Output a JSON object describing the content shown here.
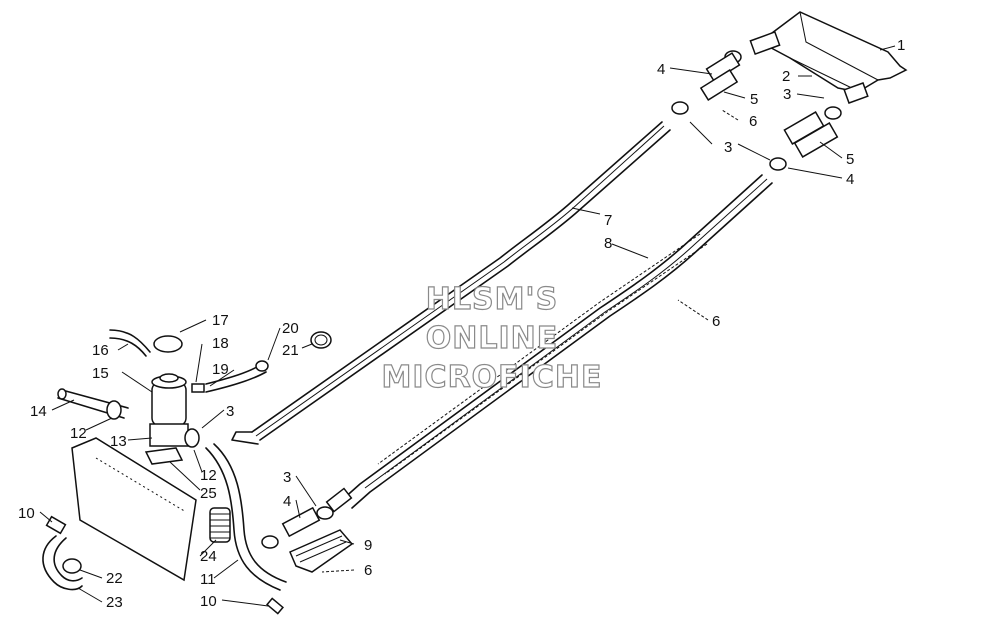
{
  "callouts": {
    "c1": "1",
    "c2": "2",
    "c3a": "3",
    "c4a": "4",
    "c5a": "5",
    "c6a": "6",
    "c3b": "3",
    "c5b": "5",
    "c4b": "4",
    "c7": "7",
    "c8": "8",
    "c6b": "6",
    "c17": "17",
    "c16": "16",
    "c18": "18",
    "c20": "20",
    "c21": "21",
    "c15": "15",
    "c19": "19",
    "c14": "14",
    "c3c": "3",
    "c12a": "12",
    "c13": "13",
    "c12b": "12",
    "c25": "25",
    "c3d": "3",
    "c4c": "4",
    "c9": "9",
    "c10a": "10",
    "c24": "24",
    "c6c": "6",
    "c22": "22",
    "c11": "11",
    "c23": "23",
    "c10b": "10"
  },
  "watermark": {
    "line1": "HLSM'S",
    "line2": "ONLINE",
    "line3": "MICROFICHE"
  }
}
